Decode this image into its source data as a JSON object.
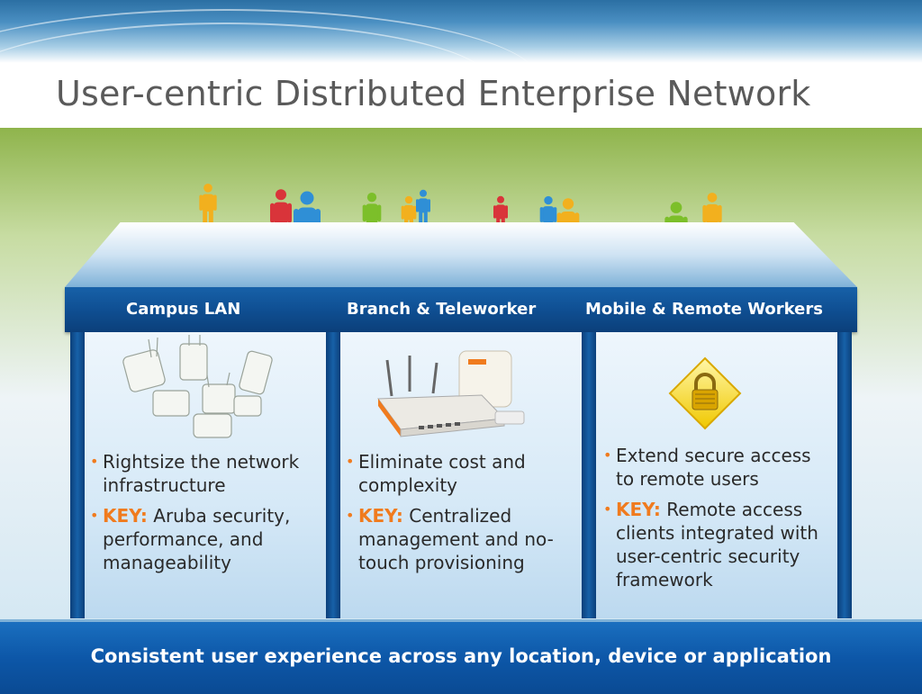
{
  "slide": {
    "title": "User-centric Distributed Enterprise Network",
    "footer": "Consistent user experience across any location, device or application"
  },
  "columns": [
    {
      "header": "Campus LAN",
      "image": "access-points-icon",
      "bullets": [
        {
          "key": "",
          "text": "Rightsize the network infrastructure"
        },
        {
          "key": "KEY:",
          "text": "Aruba security, performance, and manageability"
        }
      ]
    },
    {
      "header": "Branch & Teleworker",
      "image": "branch-router-icon",
      "bullets": [
        {
          "key": "",
          "text": "Eliminate cost and complexity"
        },
        {
          "key": "KEY:",
          "text": "Centralized management and no-touch provisioning"
        }
      ]
    },
    {
      "header": "Mobile & Remote Workers",
      "image": "padlock-icon",
      "bullets": [
        {
          "key": "",
          "text": "Extend secure access to remote users"
        },
        {
          "key": "KEY:",
          "text": "Remote access clients integrated with user-centric security framework"
        }
      ]
    }
  ],
  "colors": {
    "accent": "#f07b1e",
    "header_blue": "#0f4f93",
    "title_gray": "#5a5a5a",
    "person_yellow": "#f2b01e",
    "person_red": "#d9343a",
    "person_blue": "#2f8fd6",
    "person_green": "#7cbf2a"
  }
}
